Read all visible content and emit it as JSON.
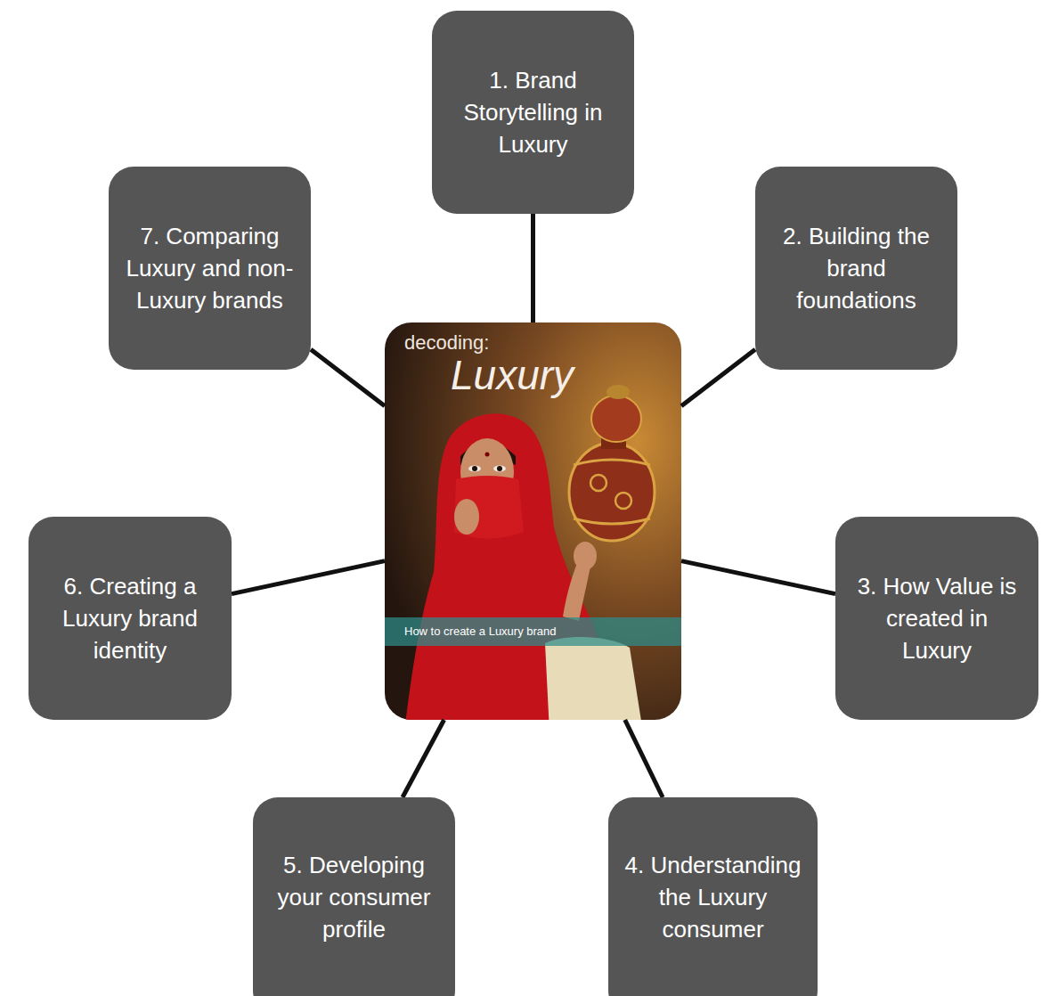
{
  "diagram": {
    "nodes": [
      {
        "text": [
          "1. Brand Storytelling in Luxury"
        ]
      },
      {
        "text": [
          "2. Building the brand foundations"
        ]
      },
      {
        "text": [
          "3. How Value is created in Luxury"
        ]
      },
      {
        "text": [
          "4. Understanding the Luxury consumer"
        ]
      },
      {
        "text": [
          "5. Developing your consumer profile"
        ]
      },
      {
        "text": [
          "6. Creating a Luxury brand identity"
        ]
      },
      {
        "text": [
          "7. Comparing Luxury and non-Luxury brands"
        ]
      },
      {
        "text": [
          "decoding:",
          "Luxury",
          "How to create a Luxury brand"
        ]
      }
    ],
    "edges": [
      {
        "from": 7,
        "to": 0,
        "arrow": "none"
      },
      {
        "from": 7,
        "to": 1,
        "arrow": "none"
      },
      {
        "from": 7,
        "to": 2,
        "arrow": "none"
      },
      {
        "from": 7,
        "to": 3,
        "arrow": "none"
      },
      {
        "from": 7,
        "to": 4,
        "arrow": "none"
      },
      {
        "from": 7,
        "to": 5,
        "arrow": "none"
      },
      {
        "from": 7,
        "to": 6,
        "arrow": "none"
      }
    ]
  }
}
